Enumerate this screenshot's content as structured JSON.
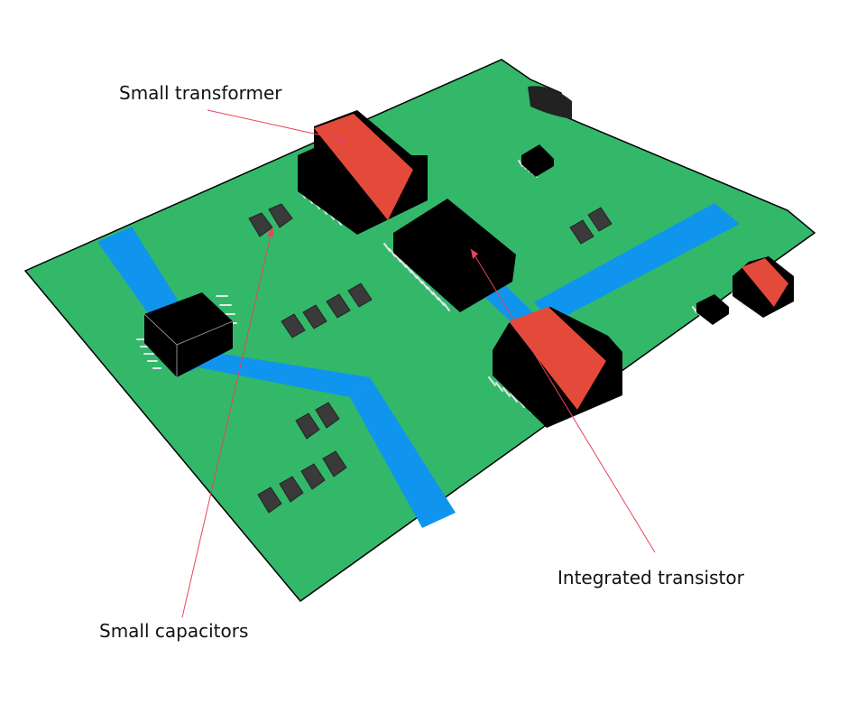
{
  "labels": {
    "transformer": "Small transformer",
    "transistor": "Integrated transistor",
    "capacitors": "Small capacitors"
  },
  "colors": {
    "board": "#33b86a",
    "trace": "#0f95ee",
    "component": "#000000",
    "transformer_band": "#e34a3a",
    "capacitor": "#3a3a3a",
    "pin": "#e6e6e6",
    "leader_line": "#e8445a"
  }
}
